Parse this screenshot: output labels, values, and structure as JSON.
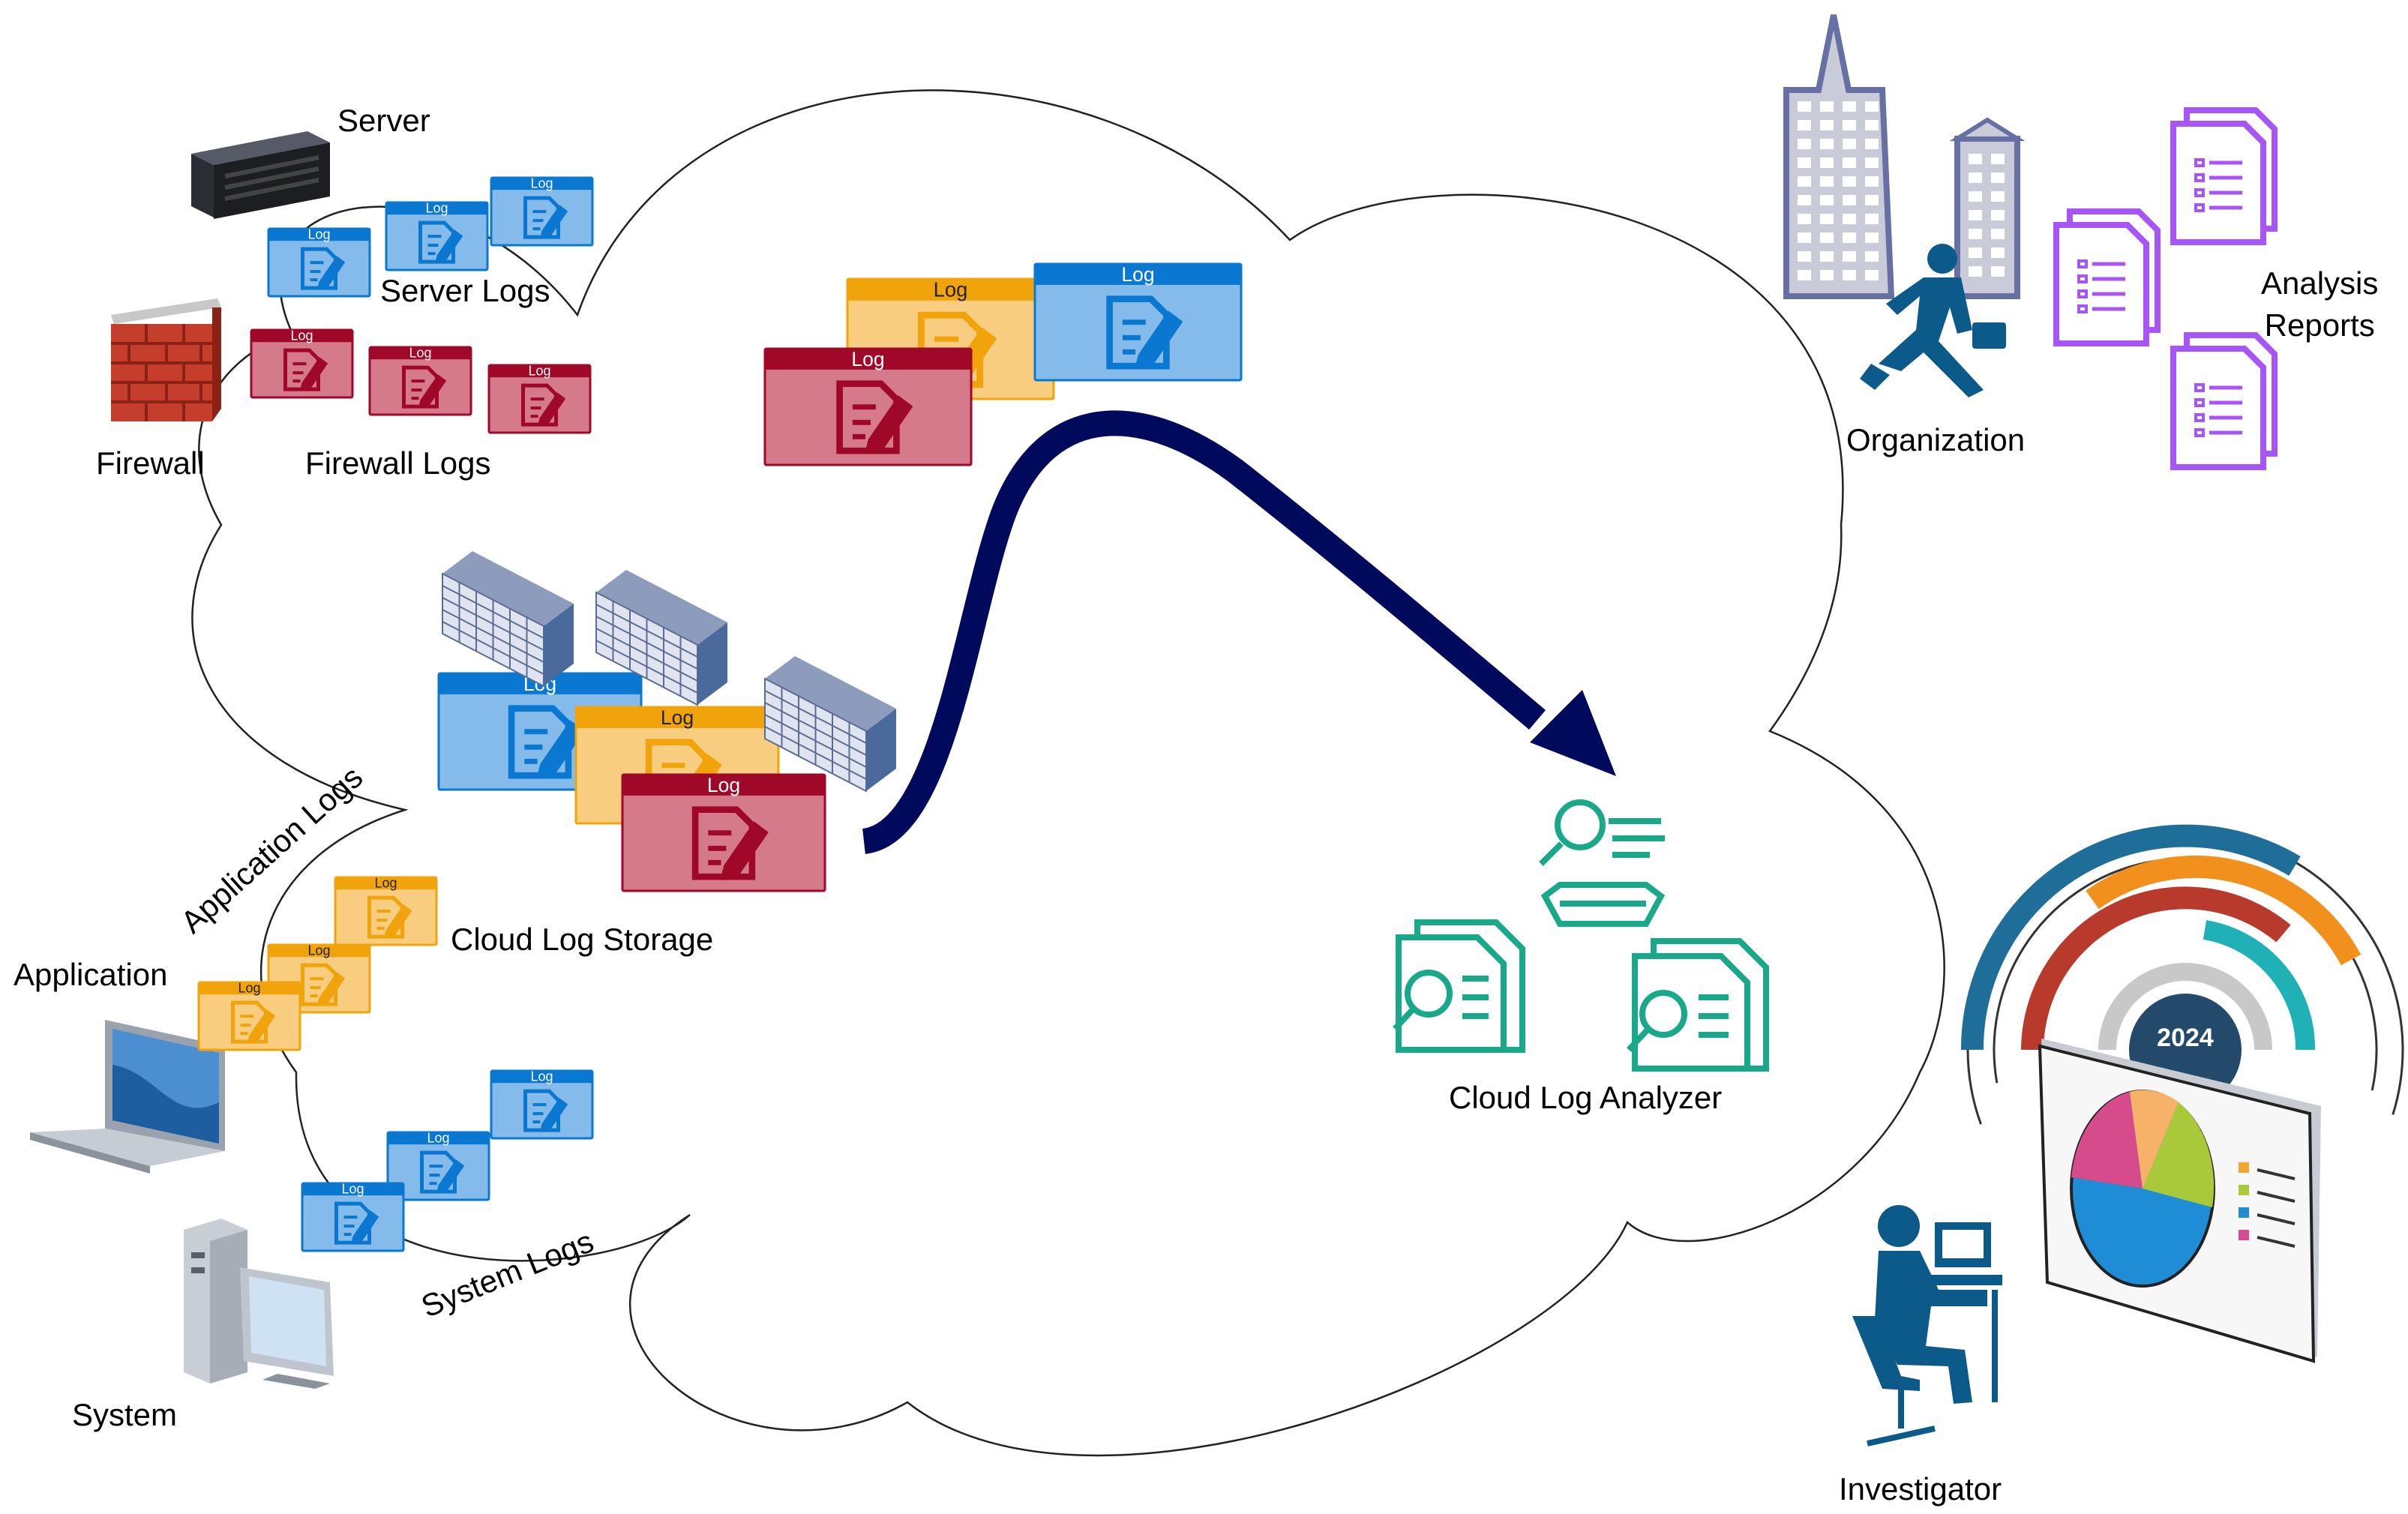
{
  "log_label": "Log",
  "year_label": "2024",
  "labels": {
    "server": "Server",
    "server_logs": "Server Logs",
    "firewall": "Firewall",
    "firewall_logs": "Firewall Logs",
    "application_logs": "Application Logs",
    "application": "Application",
    "cloud_log_storage": "Cloud Log Storage",
    "system_logs": "System Logs",
    "system": "System",
    "organization": "Organization",
    "analysis_reports_line1": "Analysis",
    "analysis_reports_line2": "Reports",
    "cloud_log_analyzer": "Cloud Log Analyzer",
    "investigator": "Investigator"
  },
  "colors": {
    "log_blue": "#85bbea",
    "log_blue_header": "#0a78d1",
    "log_red": "#d47a8a",
    "log_red_header": "#a0082a",
    "log_yellow": "#f8cd80",
    "log_yellow_header": "#f0a30a",
    "arrow": "#000a5c",
    "analyzer_green": "#1aa88a",
    "report_purple": "#a855f7",
    "building": "#c9ccd8",
    "person": "#0b5a8a"
  }
}
